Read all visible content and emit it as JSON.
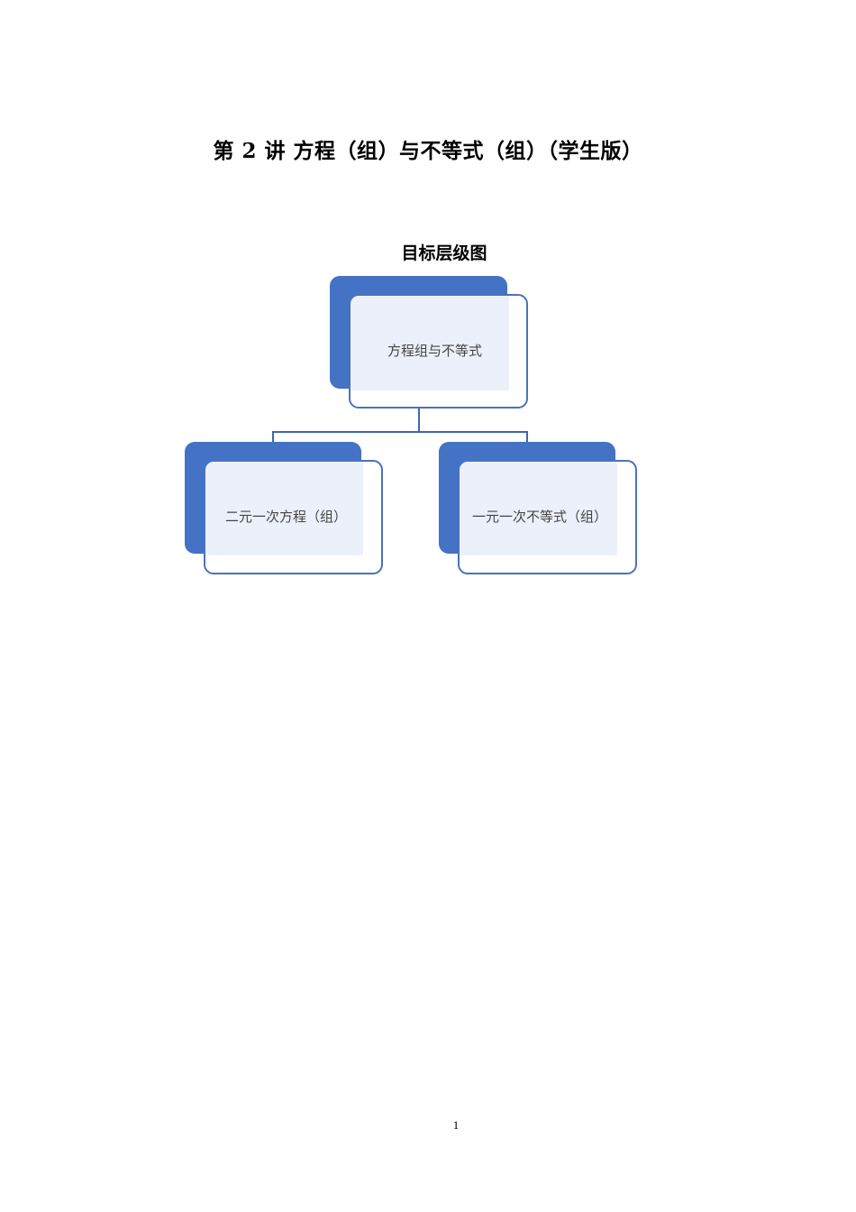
{
  "document": {
    "title": "第 2 讲  方程（组）与不等式（组）（学生版）",
    "page_number": "1"
  },
  "diagram": {
    "title": "目标层级图",
    "colors": {
      "back_fill": "#4472C4",
      "front_border": "#4A72BE",
      "front_fill": "#FFFFFF",
      "overlap_fill": "#ECF0FA",
      "connector": "#3F66AE"
    },
    "root": {
      "label": "方程组与不等式"
    },
    "children": [
      {
        "label": "二元一次方程（组）"
      },
      {
        "label": "一元一次不等式（组）"
      }
    ]
  }
}
